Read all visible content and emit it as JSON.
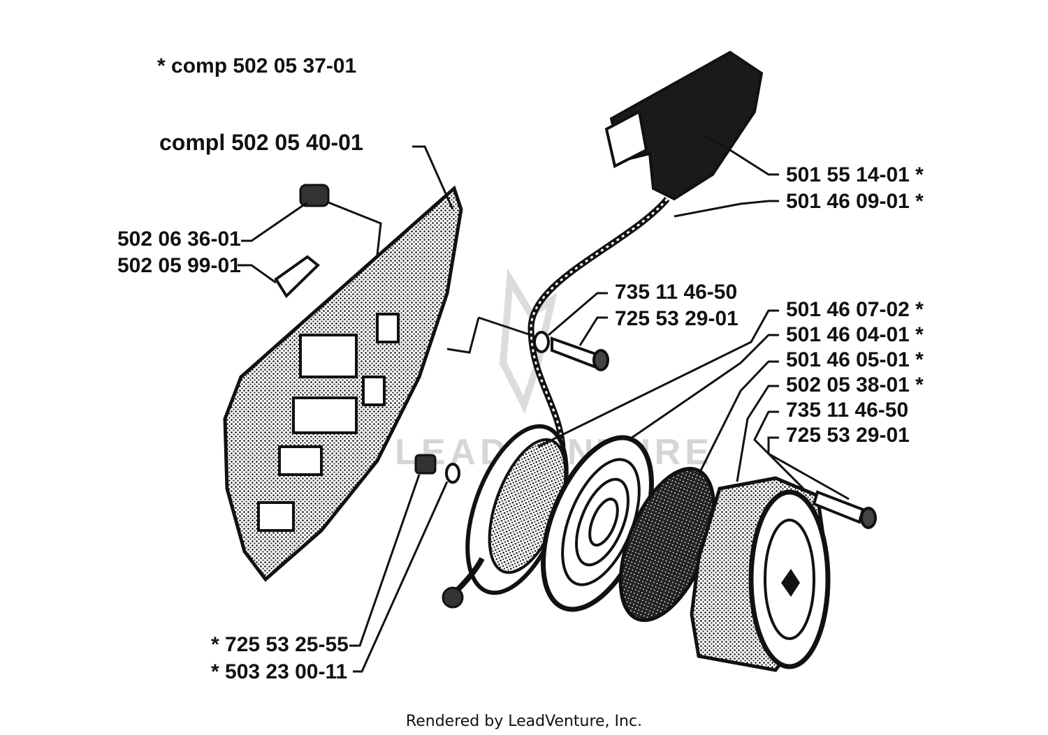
{
  "header": {
    "comp_note": "*  comp 502 05 37-01",
    "compl_label": "compl 502 05 40-01"
  },
  "labels": {
    "l1": "502 06 36-01",
    "l2": "502 05 99-01",
    "r1": "501 55 14-01  *",
    "r2": "501 46 09-01  *",
    "m1": "735 11 46-50",
    "m2": "725 53 29-01",
    "r3": "501 46 07-02  *",
    "r4": "501 46 04-01  *",
    "r5": "501 46 05-01  *",
    "r6": "502 05 38-01  *",
    "r7": "735 11 46-50",
    "r8": "725 53 29-01",
    "b1": "*  725 53 25-55",
    "b2": "*  503 23 00-11"
  },
  "watermark": "LEADVENTURE",
  "footer": "Rendered by LeadVenture, Inc.",
  "colors": {
    "ink": "#111111",
    "watermark": "#d6d6d6",
    "background": "#ffffff"
  }
}
